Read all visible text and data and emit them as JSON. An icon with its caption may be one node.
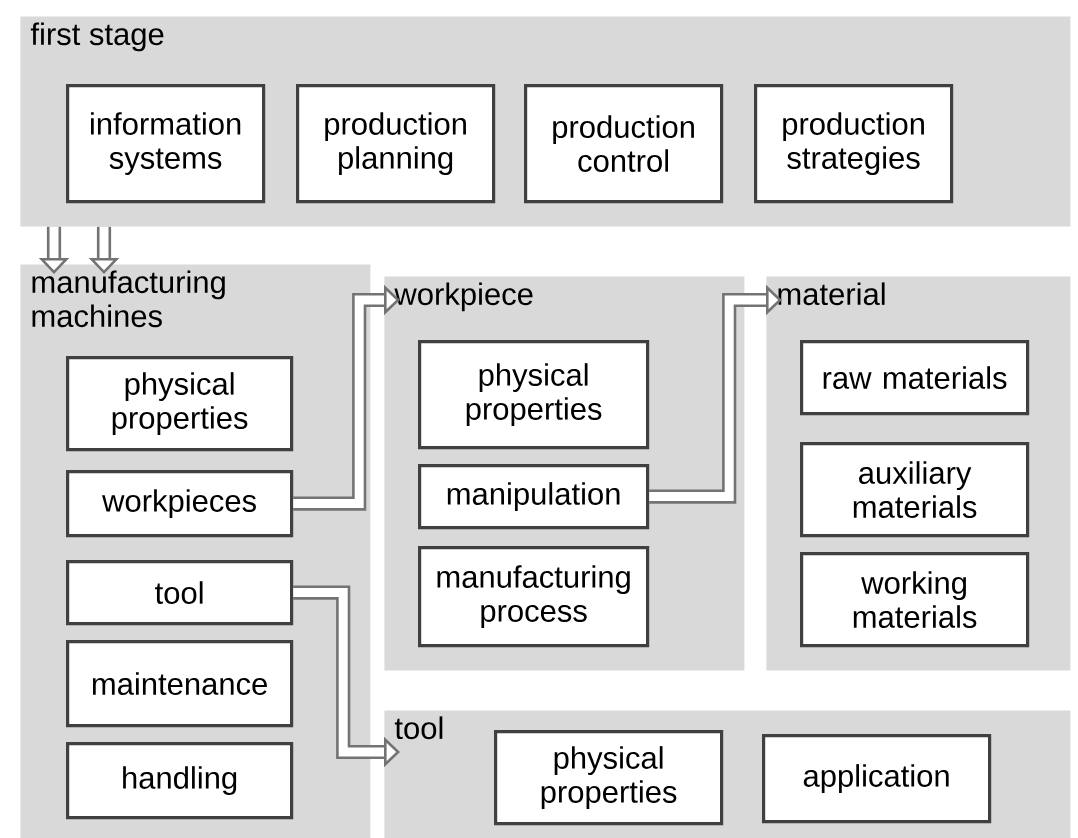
{
  "diagram": {
    "nodes": [
      {
        "text": [
          "first stage"
        ]
      },
      {
        "text": [
          "information systems"
        ],
        "in": 0
      },
      {
        "text": [
          "production planning"
        ],
        "in": 0
      },
      {
        "text": [
          "production control"
        ],
        "in": 0
      },
      {
        "text": [
          "production strategies"
        ],
        "in": 0
      },
      {
        "text": [
          "manufacturing machines"
        ]
      },
      {
        "text": [
          "physical properties"
        ],
        "in": 5
      },
      {
        "text": [
          "workpieces"
        ],
        "in": 5
      },
      {
        "text": [
          "tool"
        ],
        "in": 5
      },
      {
        "text": [
          "maintenance"
        ],
        "in": 5
      },
      {
        "text": [
          "handling"
        ],
        "in": 5
      },
      {
        "text": [
          "workpiece"
        ]
      },
      {
        "text": [
          "physical properties"
        ],
        "in": 11
      },
      {
        "text": [
          "manipulation"
        ],
        "in": 11
      },
      {
        "text": [
          "manufacturing process"
        ],
        "in": 11
      },
      {
        "text": [
          "material"
        ]
      },
      {
        "text": [
          "raw materials"
        ],
        "in": 15
      },
      {
        "text": [
          "auxiliary materials"
        ],
        "in": 15
      },
      {
        "text": [
          "working materials"
        ],
        "in": 15
      },
      {
        "text": [
          "tool"
        ]
      },
      {
        "text": [
          "physical properties"
        ],
        "in": 19
      },
      {
        "text": [
          "application"
        ],
        "in": 19
      }
    ],
    "edges": [
      {
        "from": 0,
        "to": 5,
        "arrow": "to"
      },
      {
        "from": 0,
        "to": 5,
        "arrow": "to"
      },
      {
        "from": 7,
        "to": 11,
        "arrow": "to"
      },
      {
        "from": 13,
        "to": 15,
        "arrow": "to"
      },
      {
        "from": 8,
        "to": 19,
        "arrow": "to"
      }
    ]
  }
}
